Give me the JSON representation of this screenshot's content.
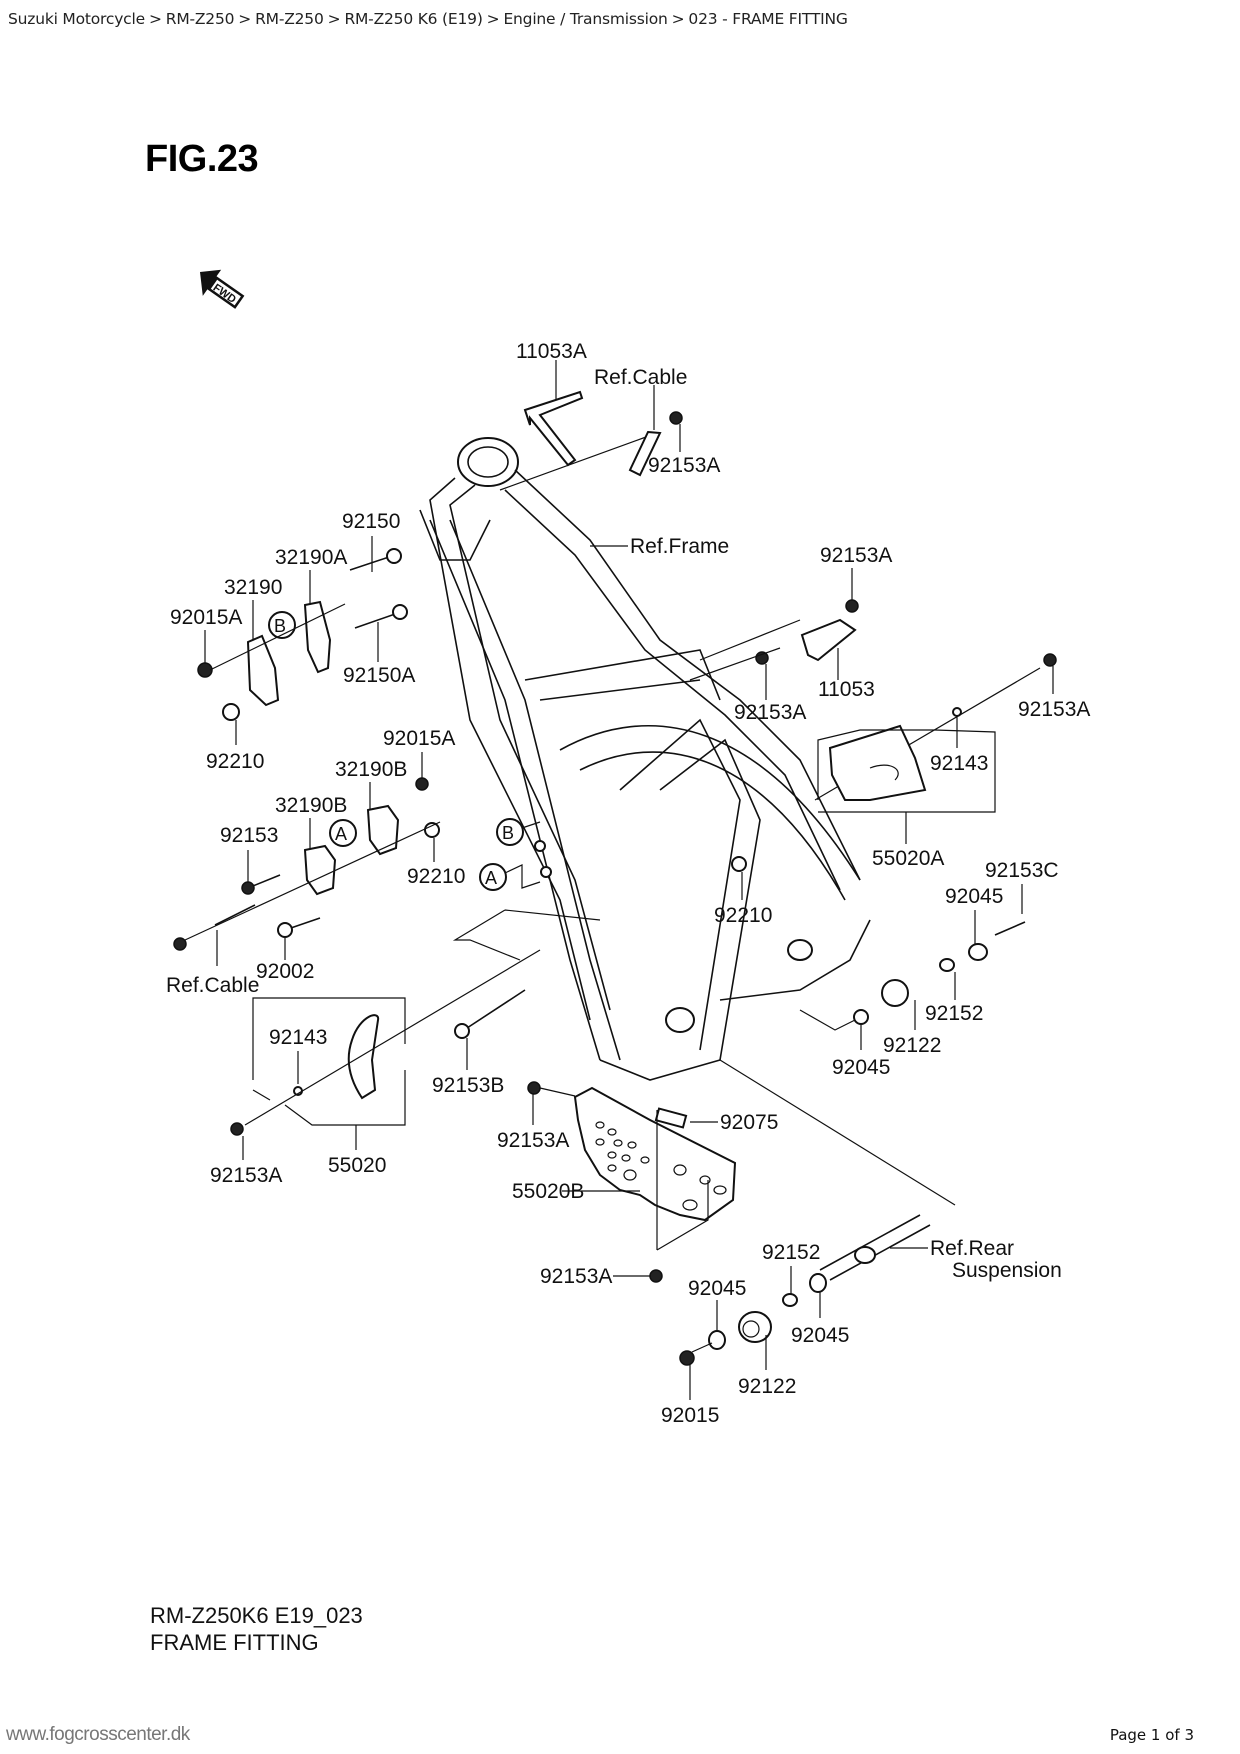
{
  "breadcrumb": {
    "items": [
      "Suzuki Motorcycle",
      "RM-Z250",
      "RM-Z250",
      "RM-Z250 K6 (E19)",
      "Engine / Transmission",
      "023 - FRAME FITTING"
    ],
    "separator": ">"
  },
  "figure": {
    "title": "FIG.23",
    "fwd_label": "FWD"
  },
  "callouts": {
    "c11053A": "11053A",
    "refCableTop": "Ref.Cable",
    "c92153A_top": "92153A",
    "refFrame": "Ref.Frame",
    "c92150": "92150",
    "c32190A": "32190A",
    "c32190": "32190",
    "c92015A_left": "92015A",
    "markerB_left": "B",
    "c92150A": "92150A",
    "c92210_left": "92210",
    "c92153A_right1": "92153A",
    "c11053": "11053",
    "c92153A_right2": "92153A",
    "c92153A_farright": "92153A",
    "c92143_right": "92143",
    "c55020A": "55020A",
    "c92015A_mid": "92015A",
    "c32190B_upper": "32190B",
    "c32190B_lower": "32190B",
    "c92153": "92153",
    "markerA_left": "A",
    "c92210_mid": "92210",
    "c92002": "92002",
    "refCableBottom": "Ref.Cable",
    "markerB_frame": "B",
    "markerA_frame": "A",
    "c92210_frame": "92210",
    "c92153C": "92153C",
    "c92045_right": "92045",
    "c92152_right": "92152",
    "c92122_right": "92122",
    "c92045_lower": "92045",
    "c92143_left": "92143",
    "c92153B": "92153B",
    "c92153A_bl": "92153A",
    "c55020": "55020",
    "c92153A_plate": "92153A",
    "c92075": "92075",
    "c55020B": "55020B",
    "c92153A_bottom": "92153A",
    "c92152_bottom": "92152",
    "refRearSusp1": "Ref.Rear",
    "refRearSusp2": "Suspension",
    "c92045_bottom1": "92045",
    "c92045_bottom2": "92045",
    "c92122_bottom": "92122",
    "c92015": "92015"
  },
  "caption": {
    "code": "RM-Z250K6 E19_023",
    "name": "FRAME FITTING"
  },
  "footer": {
    "website": "www.fogcrosscenter.dk",
    "page": "Page 1 of 3"
  }
}
